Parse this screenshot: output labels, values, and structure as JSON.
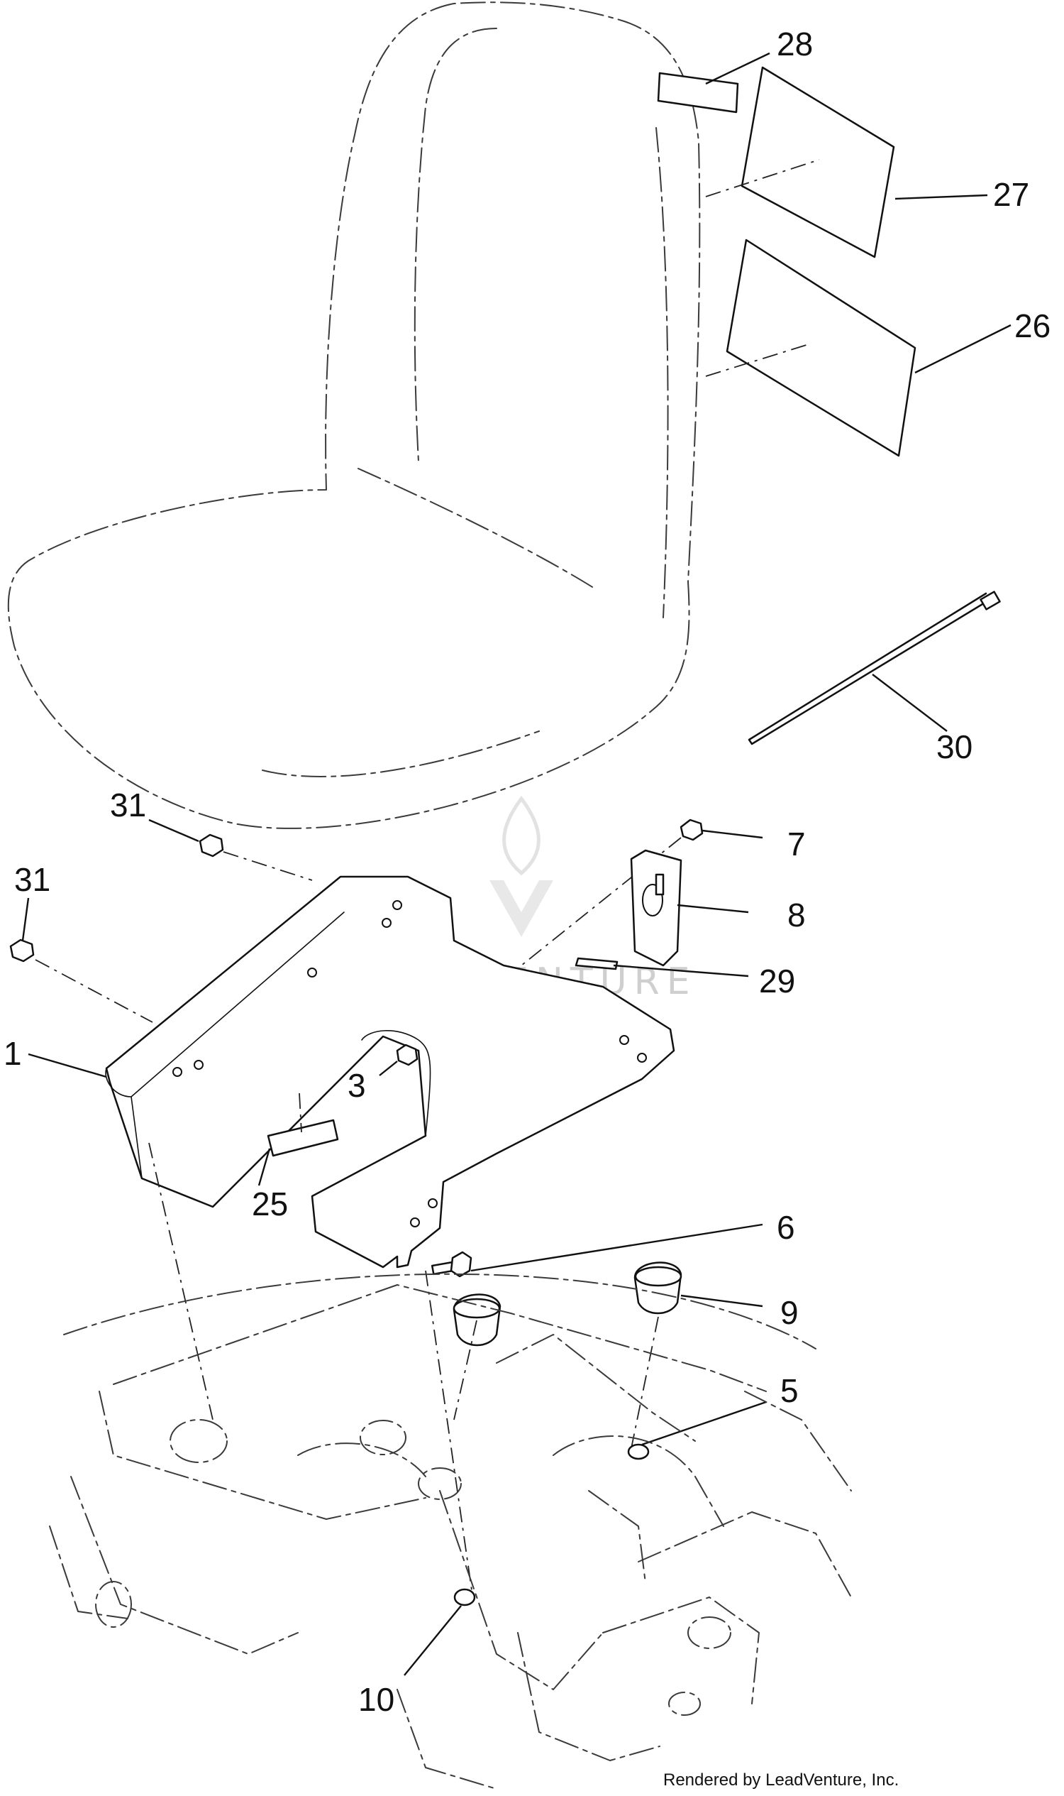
{
  "callouts": {
    "c28": "28",
    "c27": "27",
    "c26": "26",
    "c30": "30",
    "c31a": "31",
    "c31b": "31",
    "c7": "7",
    "c8": "8",
    "c29": "29",
    "c1": "1",
    "c3": "3",
    "c25": "25",
    "c6": "6",
    "c9": "9",
    "c5": "5",
    "c10": "10"
  },
  "watermark": "LEADVENTURE",
  "credit": "Rendered by LeadVenture, Inc."
}
